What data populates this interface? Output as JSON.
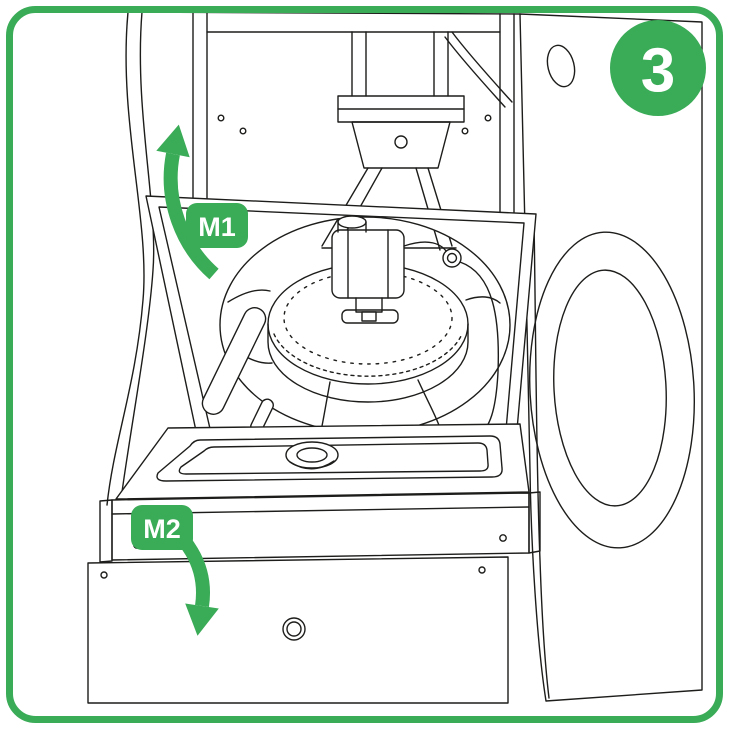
{
  "illustration": {
    "step_number": "3",
    "labels": {
      "m1": "M1",
      "m2": "M2"
    },
    "arrows": {
      "m1": "lid-rotates-open-upward",
      "m2": "front-tray-folds-down"
    },
    "colors": {
      "accent_green": "#3aab57",
      "line_color": "#1d1d1b",
      "background": "#ffffff",
      "label_text": "#ffffff"
    }
  }
}
